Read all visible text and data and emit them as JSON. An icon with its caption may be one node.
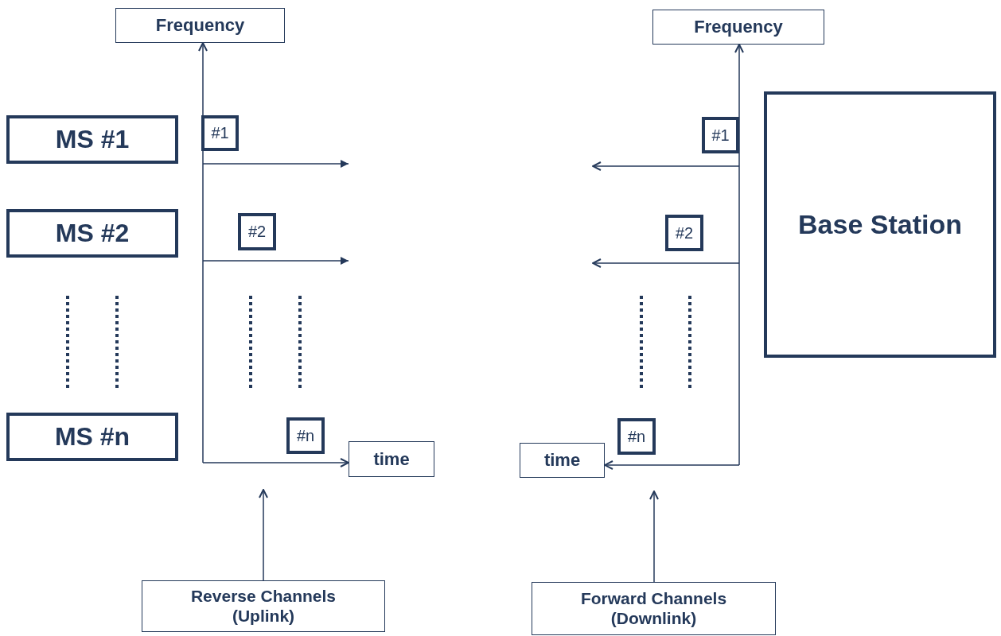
{
  "diagram": {
    "nodes": [
      {
        "text": [
          "Frequency"
        ]
      },
      {
        "text": [
          "MS #1"
        ]
      },
      {
        "text": [
          "#1"
        ]
      },
      {
        "text": [
          "MS #2"
        ]
      },
      {
        "text": [
          "#2"
        ]
      },
      {
        "text": [
          "MS #n"
        ]
      },
      {
        "text": [
          "#n"
        ]
      },
      {
        "text": [
          "time"
        ]
      },
      {
        "text": [
          "Reverse Channels (Uplink)"
        ]
      },
      {
        "text": [
          "Frequency"
        ]
      },
      {
        "text": [
          "#1"
        ]
      },
      {
        "text": [
          "Base Station"
        ]
      },
      {
        "text": [
          "#2"
        ]
      },
      {
        "text": [
          "#n"
        ]
      },
      {
        "text": [
          "time"
        ]
      },
      {
        "text": [
          "Forward Channels (Downlink)"
        ]
      }
    ],
    "edges": [
      {
        "from": null,
        "to": 0,
        "arrow": "to"
      },
      {
        "from": null,
        "to": 7,
        "arrow": "to"
      },
      {
        "from": 8,
        "to": null,
        "arrow": "to"
      },
      {
        "from": null,
        "to": 9,
        "arrow": "to"
      },
      {
        "from": null,
        "to": 14,
        "arrow": "to"
      },
      {
        "from": 15,
        "to": null,
        "arrow": "to"
      }
    ]
  }
}
